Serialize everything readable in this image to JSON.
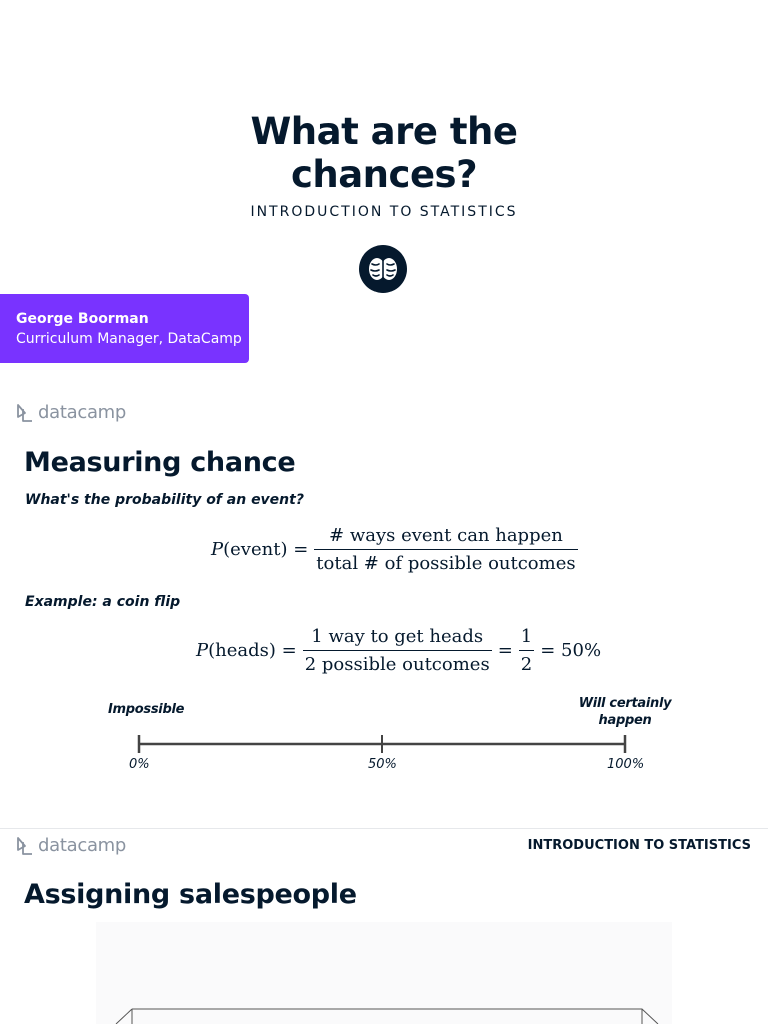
{
  "slide1": {
    "title_line1": "What are the",
    "title_line2": "chances?",
    "subtitle": "INTRODUCTION TO STATISTICS",
    "author_name": "George Boorman",
    "author_role": "Curriculum Manager, DataCamp"
  },
  "brand": {
    "logo_text": "datacamp",
    "accent_color": "#7933ff",
    "navy": "#05192d"
  },
  "slide2": {
    "heading": "Measuring chance",
    "question": "What's the probability of an event?",
    "formula1": {
      "lhs_p": "P",
      "lhs_arg": "(event) =",
      "numerator": "# ways event can happen",
      "denominator": "total # of possible outcomes"
    },
    "example_label": "Example: a coin flip",
    "formula2": {
      "lhs_p": "P",
      "lhs_arg": "(heads) =",
      "numerator": "1 way to get heads",
      "denominator": "2 possible outcomes",
      "eq": "=",
      "half_num": "1",
      "half_den": "2",
      "result": "= 50%"
    },
    "scale": {
      "left_label": "Impossible",
      "right_label_line1": "Will certainly",
      "right_label_line2": "happen",
      "ticks": [
        "0%",
        "50%",
        "100%"
      ]
    }
  },
  "slide3": {
    "header_right": "INTRODUCTION TO STATISTICS",
    "heading": "Assigning salespeople"
  }
}
